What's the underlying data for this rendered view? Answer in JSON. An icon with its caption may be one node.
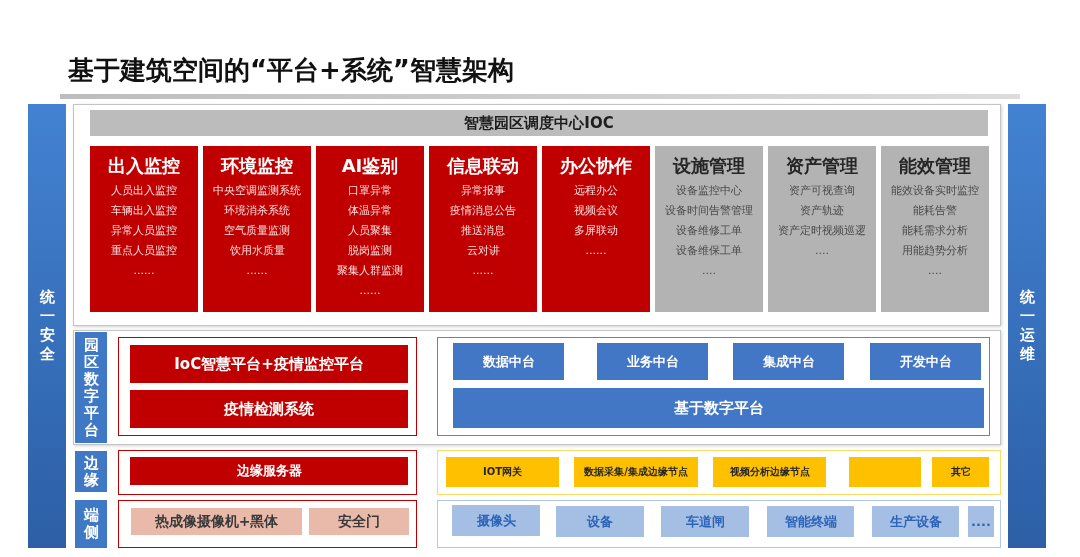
{
  "diagram": {
    "title": "基于建筑空间的“平台+系统”智慧架构",
    "nodes": [
      {
        "text": [
          "统一安全"
        ]
      },
      {
        "text": [],
        "shape": "box"
      },
      {
        "text": [
          "智慧园区调度中心IOC"
        ],
        "in": 1
      },
      {
        "text": [
          "出入监控",
          "人员出入监控",
          "车辆出入监控",
          "异常人员监控",
          "重点人员监控",
          "......"
        ],
        "in": 1
      },
      {
        "text": [
          "环境监控",
          "中央空调监测系统",
          "环境消杀系统",
          "空气质量监测",
          "饮用水质量",
          "......"
        ],
        "in": 1
      },
      {
        "text": [
          "AI鉴别",
          "口罩异常",
          "体温异常",
          "人员聚集",
          "脱岗监测",
          "聚集人群监测",
          "......"
        ],
        "in": 1
      },
      {
        "text": [
          "信息联动",
          "异常报事",
          "疫情消息公告",
          "推送消息",
          "云对讲",
          "......"
        ],
        "in": 1
      },
      {
        "text": [
          "办公协作",
          "远程办公",
          "视频会议",
          "多屏联动",
          "......"
        ],
        "in": 1
      },
      {
        "text": [
          "设施管理",
          "设备监控中心",
          "设备时间告警管理",
          "设备维修工单",
          "设备维保工单",
          "...."
        ],
        "in": 1
      },
      {
        "text": [
          "资产管理",
          "资产可视查询",
          "资产轨迹",
          "资产定时视频巡逻",
          "...."
        ],
        "in": 1
      },
      {
        "text": [
          "能效管理",
          "能效设备实时监控",
          "能耗告警",
          "能耗需求分析",
          "用能趋势分析",
          "...."
        ],
        "in": 1
      },
      {
        "text": [],
        "shape": "box"
      },
      {
        "text": [
          "园区数字平台"
        ],
        "in": 11
      },
      {
        "text": [],
        "shape": "box",
        "in": 11
      },
      {
        "text": [
          "IoC智慧平台+疫情监控平台"
        ],
        "in": 13
      },
      {
        "text": [
          "疫情检测系统"
        ],
        "in": 13
      },
      {
        "text": [],
        "shape": "box",
        "in": 11
      },
      {
        "text": [
          "数据中台"
        ],
        "in": 16
      },
      {
        "text": [
          "业务中台"
        ],
        "in": 16
      },
      {
        "text": [
          "集成中台"
        ],
        "in": 16
      },
      {
        "text": [
          "开发中台"
        ],
        "in": 16
      },
      {
        "text": [
          "基于数字平台"
        ],
        "in": 16
      },
      {
        "text": [
          "边缘"
        ]
      },
      {
        "text": [],
        "shape": "box"
      },
      {
        "text": [
          "边缘服务器"
        ],
        "in": 23
      },
      {
        "text": [],
        "shape": "box"
      },
      {
        "text": [
          "IOT网关"
        ],
        "in": 25
      },
      {
        "text": [
          "数据采集/集成边缘节点"
        ],
        "in": 25
      },
      {
        "text": [
          "视频分析边缘节点"
        ],
        "in": 25
      },
      {
        "text": [],
        "shape": "box",
        "in": 25
      },
      {
        "text": [
          "其它"
        ],
        "in": 25
      },
      {
        "text": [
          "端侧"
        ]
      },
      {
        "text": [],
        "shape": "box"
      },
      {
        "text": [
          "热成像摄像机+黑体"
        ],
        "in": 32
      },
      {
        "text": [
          "安全门"
        ],
        "in": 32
      },
      {
        "text": [],
        "shape": "box"
      },
      {
        "text": [
          "摄像头"
        ],
        "in": 35
      },
      {
        "text": [
          "设备"
        ],
        "in": 35
      },
      {
        "text": [
          "车道闸"
        ],
        "in": 35
      },
      {
        "text": [
          "智能终端"
        ],
        "in": 35
      },
      {
        "text": [
          "生产设备"
        ],
        "in": 35
      },
      {
        "text": [
          "...."
        ],
        "in": 35
      },
      {
        "text": [
          "统一运维"
        ]
      }
    ]
  }
}
